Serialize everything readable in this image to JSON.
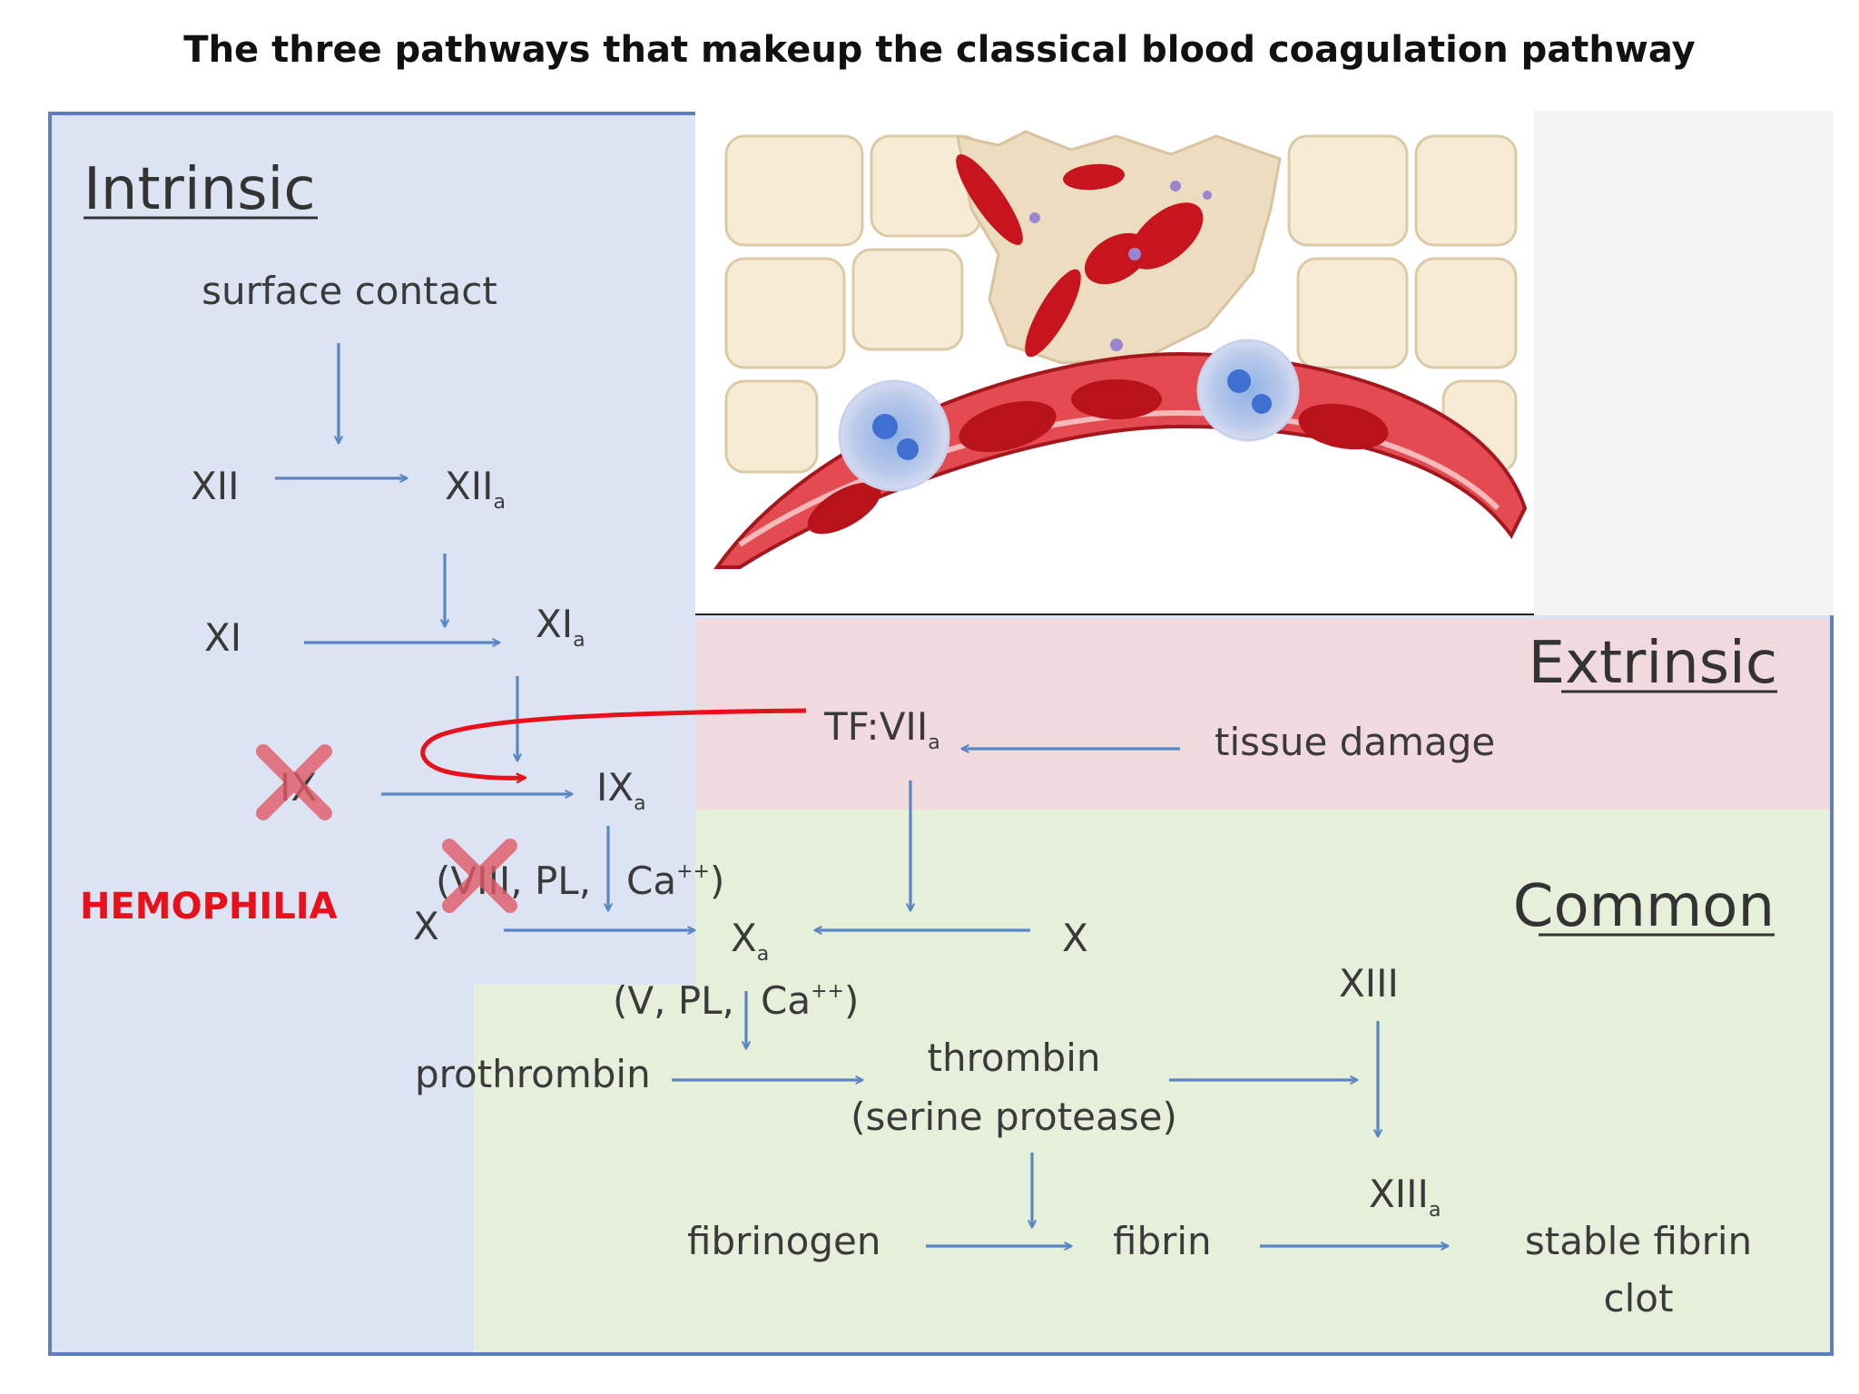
{
  "title": "The three pathways that makeup the classical blood coagulation pathway",
  "pathways": {
    "intrinsic": "Intrinsic",
    "extrinsic": "Extrinsic",
    "common": "Common"
  },
  "nodes": {
    "surface_contact": "surface contact",
    "xii": "XII",
    "xiia": "XII",
    "xi": "XI",
    "xia": "XI",
    "ix": "IX",
    "ixa": "IX",
    "cofactors_1": "(VIII, PL, ",
    "ca_1": "Ca",
    "paren_1": ")",
    "x_left": "X",
    "xa": "X",
    "x_right": "X",
    "tf_vii": "TF:VII",
    "tissue_damage": "tissue damage",
    "cofactors_2": "(V, PL, ",
    "ca_2": "Ca",
    "paren_2": ")",
    "prothrombin": "prothrombin",
    "thrombin": "thrombin",
    "serine_protease": "(serine protease)",
    "xiii": "XIII",
    "xiiia": "XIII",
    "fibrinogen": "fibrinogen",
    "fibrin": "fibrin",
    "stable_clot_1": "stable fibrin",
    "stable_clot_2": "clot",
    "sub_a": "a",
    "sup_pp": "++"
  },
  "annotation": {
    "hemophilia": "HEMOPHILIA"
  },
  "colors": {
    "intrinsic_bg": "#dce4f3",
    "extrinsic_bg": "#f1dadd",
    "common_bg": "#e6efda",
    "arrow_blue": "#5b86c4",
    "red_arrow": "#e8101a",
    "cross": "#e05a66",
    "hemophilia_text": "#e8101a"
  },
  "icons": {
    "cross": "x-mark-icon",
    "illustration": "blood-vessel-injury-illustration"
  }
}
